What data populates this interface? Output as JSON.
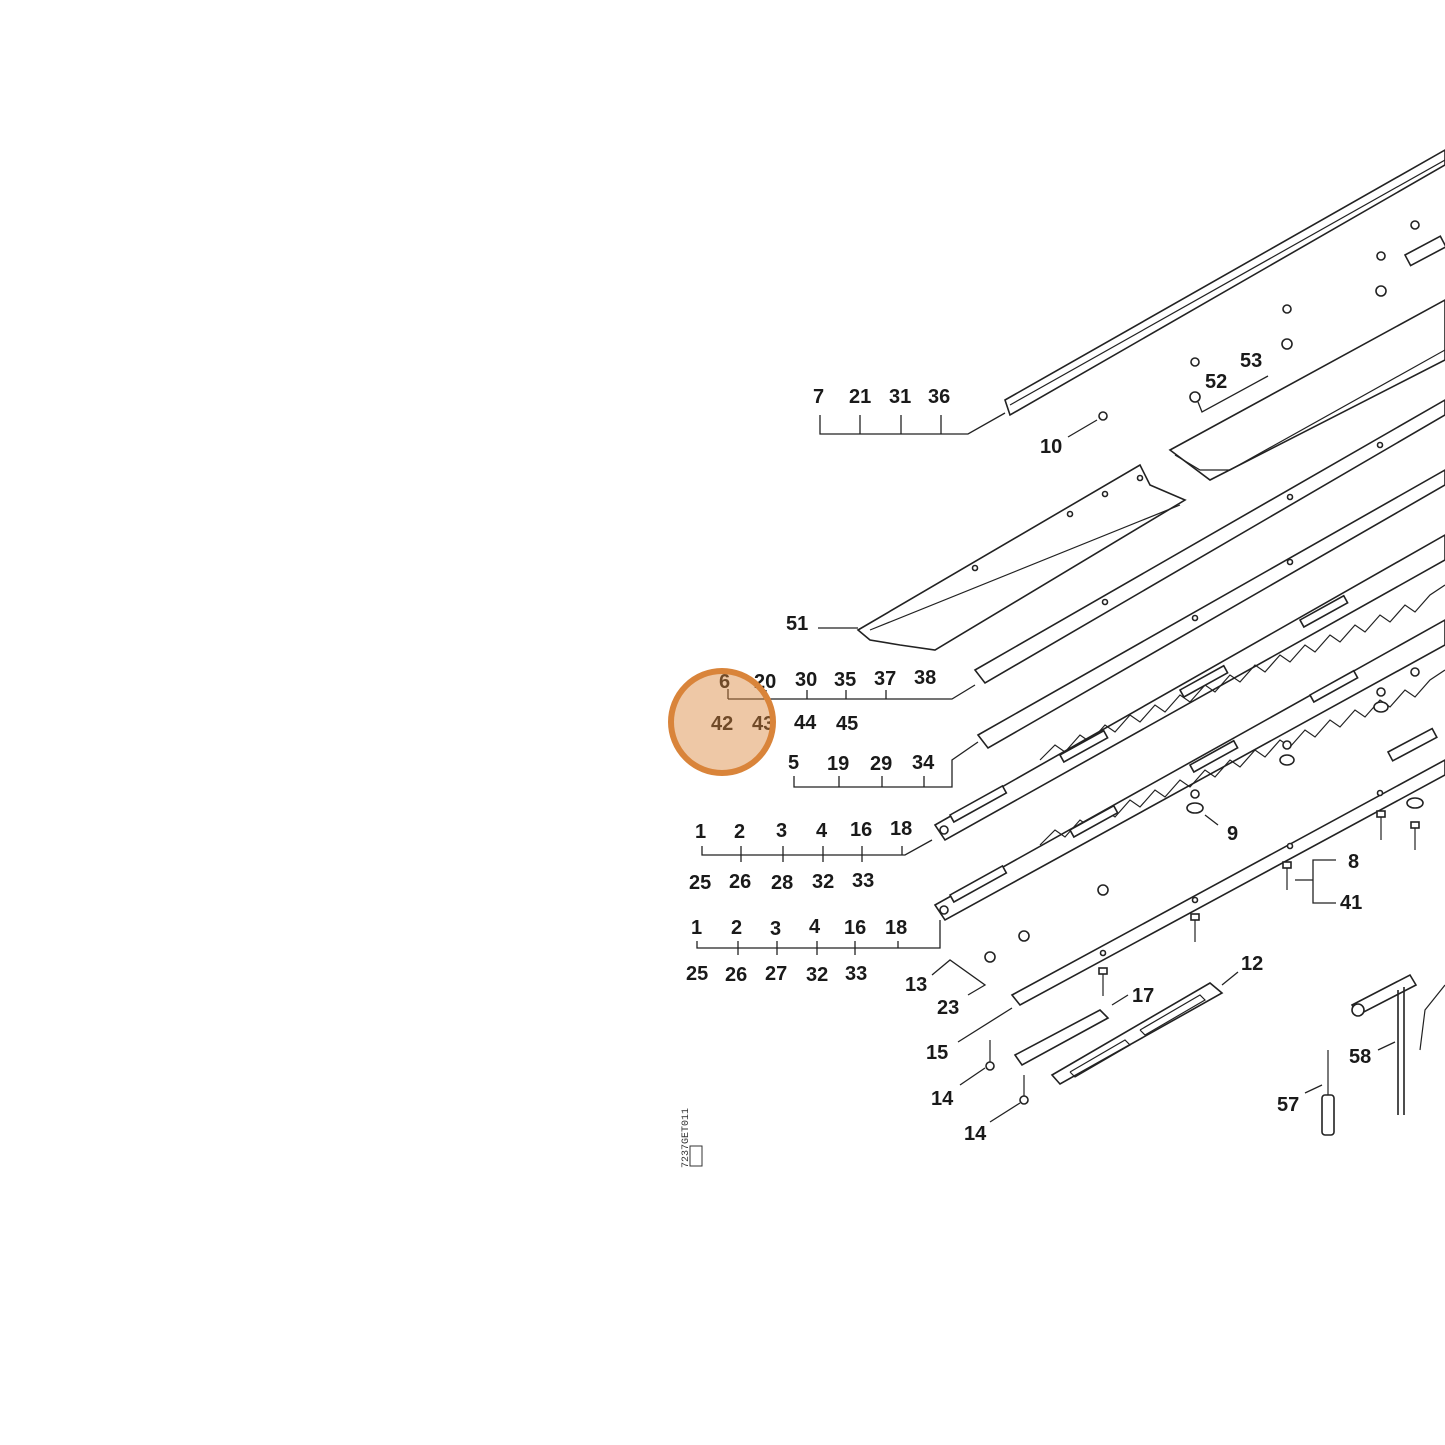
{
  "diagram": {
    "labels": {
      "g1": [
        "7",
        "21",
        "31",
        "36"
      ],
      "p10": "10",
      "p52": "52",
      "p53": "53",
      "p51": "51",
      "g2_top": [
        "6",
        "20",
        "30",
        "35",
        "37",
        "38"
      ],
      "g2_bottom": [
        "42",
        "43",
        "44",
        "45"
      ],
      "g3": [
        "5",
        "19",
        "29",
        "34"
      ],
      "g4_top": [
        "1",
        "2",
        "3",
        "4",
        "16",
        "18"
      ],
      "g4_bottom": [
        "25",
        "26",
        "28",
        "32",
        "33"
      ],
      "g5_top": [
        "1",
        "2",
        "3",
        "4",
        "16",
        "18"
      ],
      "g5_bottom": [
        "25",
        "26",
        "27",
        "32",
        "33"
      ],
      "p9": "9",
      "p8": "8",
      "p41": "41",
      "p13": "13",
      "p23": "23",
      "p12": "12",
      "p17": "17",
      "p15": "15",
      "p14a": "14",
      "p14b": "14",
      "p57": "57",
      "p58": "58"
    },
    "drawing_code": "7237GET011",
    "highlight_color": "#d9843a"
  }
}
